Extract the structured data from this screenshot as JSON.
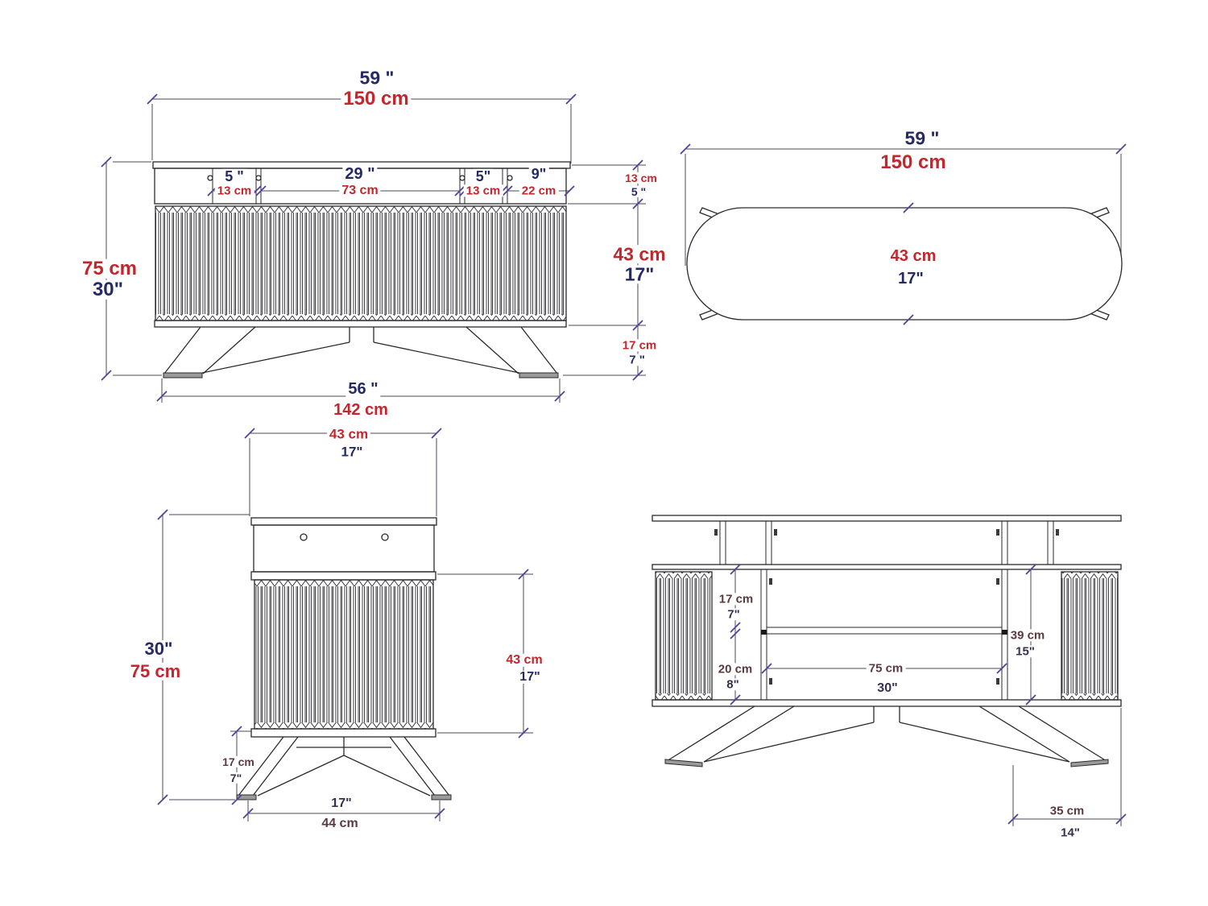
{
  "colors": {
    "cm": "#c1272d",
    "inch": "#262a63",
    "cm-dark": "#5b3a40",
    "inch-dark": "#34314f",
    "line": "#2a2a2e",
    "dim": "#4a4a58",
    "tick": "#5240a0"
  },
  "front": {
    "w_in": "59 \"",
    "w_cm": "150 cm",
    "s1_in": "5 \"",
    "s1_cm": "13 cm",
    "s2_in": "29 \"",
    "s2_cm": "73 cm",
    "s3_in": "5\"",
    "s3_cm": "13 cm",
    "s4_in": "9\"",
    "s4_cm": "22 cm",
    "rail_cm": "13 cm",
    "rail_in": "5 \"",
    "h_cm": "75 cm",
    "h_in": "30\"",
    "body_cm": "43 cm",
    "body_in": "17\"",
    "leg_cm": "17 cm",
    "leg_in": "7 \"",
    "base_in": "56 \"",
    "base_cm": "142 cm"
  },
  "top": {
    "w_in": "59 \"",
    "w_cm": "150 cm",
    "d_cm": "43 cm",
    "d_in": "17\""
  },
  "side": {
    "depth_cm": "43 cm",
    "depth_in": "17\"",
    "h_in": "30\"",
    "h_cm": "75 cm",
    "body_cm": "43 cm",
    "body_in": "17\"",
    "leg_cm": "17 cm",
    "leg_in": "7\"",
    "base_in": "17\"",
    "base_cm": "44 cm"
  },
  "open": {
    "gap1_cm": "17 cm",
    "gap1_in": "7\"",
    "gap2_cm": "20 cm",
    "gap2_in": "8\"",
    "inner_cm": "75 cm",
    "inner_in": "30\"",
    "side_cm": "39 cm",
    "side_in": "15\"",
    "foot_cm": "35 cm",
    "foot_in": "14\""
  }
}
